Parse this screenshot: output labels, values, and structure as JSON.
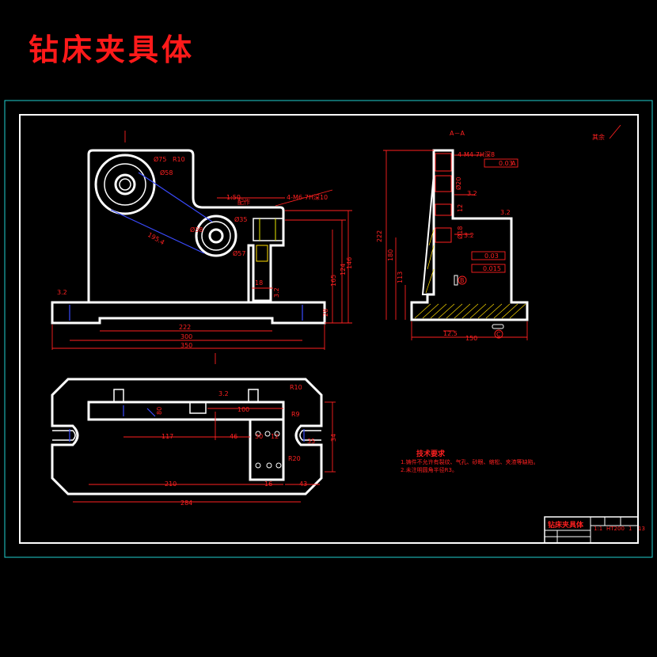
{
  "title": "钻床夹具体",
  "section_label": "A－A",
  "roughness_note": "其余",
  "front_view": {
    "dims": {
      "d_outer": "Ø75",
      "d_mid": "Ø58",
      "r_corner": "R10",
      "d_small": "Ø57",
      "d_hole": "Ø35",
      "d_hole2": "Ø38",
      "slope_dim": "195.4",
      "ratio": "1:50",
      "thread": "4-M6-7H深10",
      "note_small": "配作",
      "w_slot": "18",
      "h1": "165",
      "h2": "124",
      "h3": "146",
      "base_h": "28",
      "d222": "222",
      "d300": "300",
      "d350": "350",
      "r3_2": "3.2",
      "r3_2b": "3.2"
    }
  },
  "section_view": {
    "dims": {
      "thread": "4-M4-7H深8",
      "tol1": "0.03",
      "tol2": "0.03",
      "tol3": "0.015",
      "datum": "A",
      "h222": "222",
      "h180": "180",
      "h113": "113",
      "d_bore1": "Ø20",
      "d_bore2": "Ø18",
      "w12": "12",
      "w12_5": "12.5",
      "w150": "150",
      "r3_2": "3.2",
      "r3_2b": "3.2",
      "r3_2c": "3.2",
      "circle_b": "B",
      "circle_c": "C"
    }
  },
  "top_view": {
    "dims": {
      "r10": "R10",
      "r3_2": "3.2",
      "d100": "100",
      "d117": "117",
      "d46": "46",
      "d210": "210",
      "d43": "43",
      "d284": "284",
      "d35": "35",
      "d34": "34",
      "d80": "80",
      "r9": "R9",
      "r20": "R20",
      "d30": "30",
      "d12": "12",
      "d16": "16"
    }
  },
  "tech_req": {
    "title": "技术要求",
    "line1": "1.铸件不允许有裂纹、气孔、砂眼、缩松、夹渣等缺陷。",
    "line2": "2.未注明圆角半径R3。"
  },
  "title_block": {
    "name": "钻床夹具体",
    "scale": "1:1",
    "material": "HT200",
    "qty": "1",
    "sheet": "13"
  }
}
